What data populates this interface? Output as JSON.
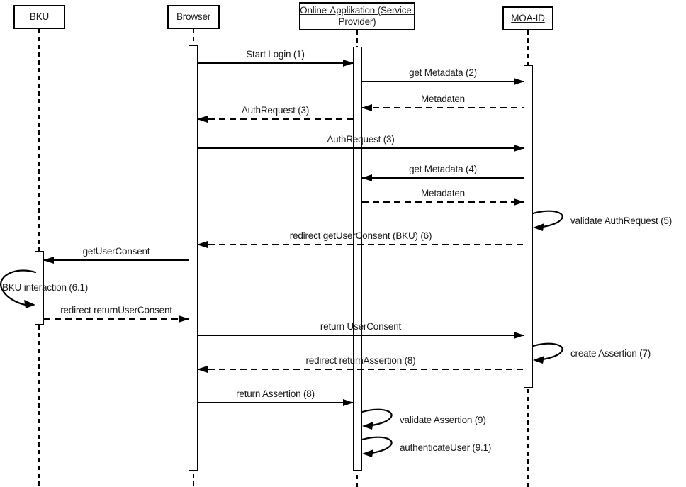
{
  "diagram": {
    "type": "uml-sequence-diagram",
    "colors": {
      "line": "#000000",
      "text": "#1a1a1a",
      "background": "#ffffff"
    },
    "participants": {
      "bku": {
        "label": "BKU",
        "lines": [
          "BKU"
        ]
      },
      "browser": {
        "label": "Browser",
        "lines": [
          "Browser"
        ]
      },
      "online_app": {
        "label": "Online-Applikation (Service-Provider)",
        "lines": [
          "Online-Applikation (Service-",
          "Provider)"
        ]
      },
      "moa_id": {
        "label": "MOA-ID",
        "lines": [
          "MOA-ID"
        ]
      }
    },
    "messages": {
      "start_login": {
        "label": "Start Login (1)",
        "from": "Browser",
        "to": "Online-Applikation (Service-Provider)",
        "line": "solid"
      },
      "get_metadata_2": {
        "label": "get Metadata (2)",
        "from": "Online-Applikation (Service-Provider)",
        "to": "MOA-ID",
        "line": "solid"
      },
      "metadaten_reply_1": {
        "label": "Metadaten",
        "from": "MOA-ID",
        "to": "Online-Applikation (Service-Provider)",
        "line": "dashed"
      },
      "authrequest_redirect": {
        "label": "AuthRequest (3)",
        "from": "Online-Applikation (Service-Provider)",
        "to": "Browser",
        "line": "dashed"
      },
      "authrequest": {
        "label": "AuthRequest (3)",
        "from": "Browser",
        "to": "MOA-ID",
        "line": "solid"
      },
      "get_metadata_4": {
        "label": "get Metadata (4)",
        "from": "MOA-ID",
        "to": "Online-Applikation (Service-Provider)",
        "line": "solid"
      },
      "metadaten_reply_2": {
        "label": "Metadaten",
        "from": "Online-Applikation (Service-Provider)",
        "to": "MOA-ID",
        "line": "dashed"
      },
      "validate_authrequest": {
        "label": "validate AuthRequest (5)",
        "on": "MOA-ID",
        "line": "self"
      },
      "redirect_getuserconsent": {
        "label": "redirect getUserConsent (BKU) (6)",
        "from": "MOA-ID",
        "to": "Browser",
        "line": "dashed"
      },
      "getuserconsent": {
        "label": "getUserConsent",
        "from": "Browser",
        "to": "BKU",
        "line": "solid"
      },
      "bku_interaction": {
        "label": "BKU interaction (6.1)",
        "on": "BKU",
        "line": "self"
      },
      "redirect_returnuserconsent": {
        "label": "redirect returnUserConsent",
        "from": "BKU",
        "to": "Browser",
        "line": "dashed"
      },
      "return_userconsent": {
        "label": "return UserConsent",
        "from": "Browser",
        "to": "MOA-ID",
        "line": "solid"
      },
      "create_assertion": {
        "label": "create Assertion (7)",
        "on": "MOA-ID",
        "line": "self"
      },
      "redirect_returnassertion": {
        "label": "redirect returnAssertion (8)",
        "from": "MOA-ID",
        "to": "Browser",
        "line": "dashed"
      },
      "return_assertion": {
        "label": "return Assertion (8)",
        "from": "Browser",
        "to": "Online-Applikation (Service-Provider)",
        "line": "solid"
      },
      "validate_assertion": {
        "label": "validate Assertion (9)",
        "on": "Online-Applikation (Service-Provider)",
        "line": "self"
      },
      "authenticateuser": {
        "label": "authenticateUser (9.1)",
        "on": "Online-Applikation (Service-Provider)",
        "line": "self"
      }
    }
  }
}
